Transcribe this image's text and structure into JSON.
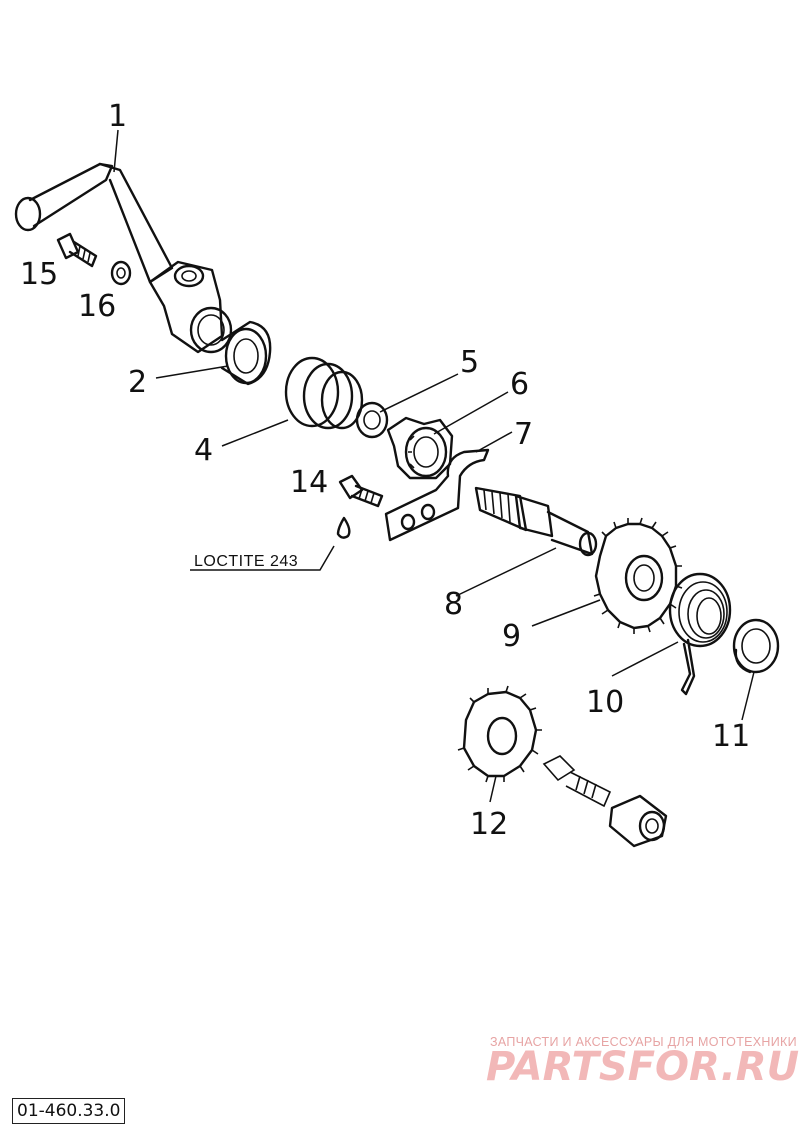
{
  "callouts": {
    "p1": "1",
    "p2": "2",
    "p4": "4",
    "p5": "5",
    "p6": "6",
    "p7": "7",
    "p8": "8",
    "p9": "9",
    "p10": "10",
    "p11": "11",
    "p12": "12",
    "p14": "14",
    "p15": "15",
    "p16": "16"
  },
  "note": "LOCTITE 243",
  "watermark": {
    "tagline": "ЗАПЧАСТИ И АКСЕССУАРЫ ДЛЯ МОТОТЕХНИКИ",
    "brand": "PARTSFOR.RU"
  },
  "reference": "01-460.33.0"
}
